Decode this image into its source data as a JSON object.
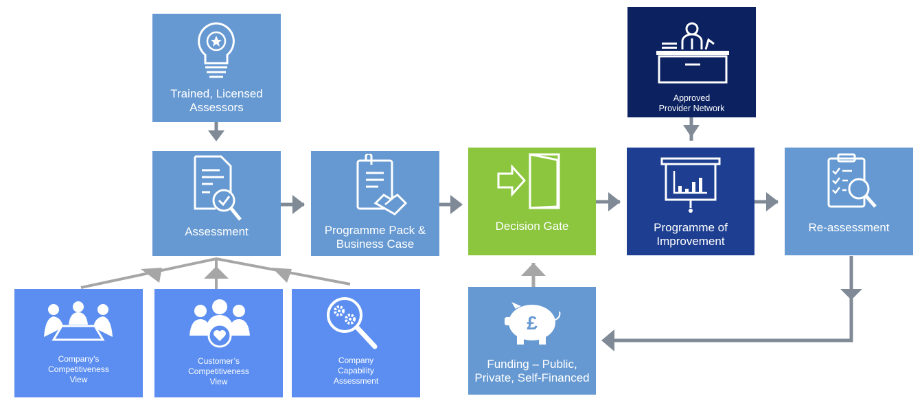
{
  "colors": {
    "mid_blue": "#6699d1",
    "light_blue": "#5b8ef0",
    "navy": "#0b2160",
    "royal_blue": "#1e3f91",
    "green": "#8cc63f",
    "arrow_gray": "#7f8a96",
    "line_gray": "#a6a6a6"
  },
  "boxes": {
    "assessors": {
      "label": "Trained, Licensed\nAssessors",
      "icon": "lightbulb-star-icon"
    },
    "assessment": {
      "label": "Assessment",
      "icon": "document-check-icon"
    },
    "programme_pack": {
      "label": "Programme Pack &\nBusiness Case",
      "icon": "contract-handshake-icon"
    },
    "decision_gate": {
      "label": "Decision Gate",
      "icon": "door-enter-icon"
    },
    "provider_network": {
      "label": "Approved\nProvider Network",
      "icon": "reception-desk-icon"
    },
    "programme_improvement": {
      "label": "Programme of\nImprovement",
      "icon": "presentation-chart-icon"
    },
    "reassessment": {
      "label": "Re-assessment",
      "icon": "clipboard-search-icon"
    },
    "funding": {
      "label": "Funding – Public,\nPrivate, Self-Financed",
      "icon": "piggy-bank-pound-icon"
    },
    "company_view": {
      "label": "Company’s\nCompetitiveness\nView",
      "icon": "meeting-table-icon"
    },
    "customer_view": {
      "label": "Customer’s\nCompetitiveness\nView",
      "icon": "customers-heart-icon"
    },
    "capability": {
      "label": "Company\nCapability\nAssessment",
      "icon": "magnifier-gears-icon"
    }
  }
}
